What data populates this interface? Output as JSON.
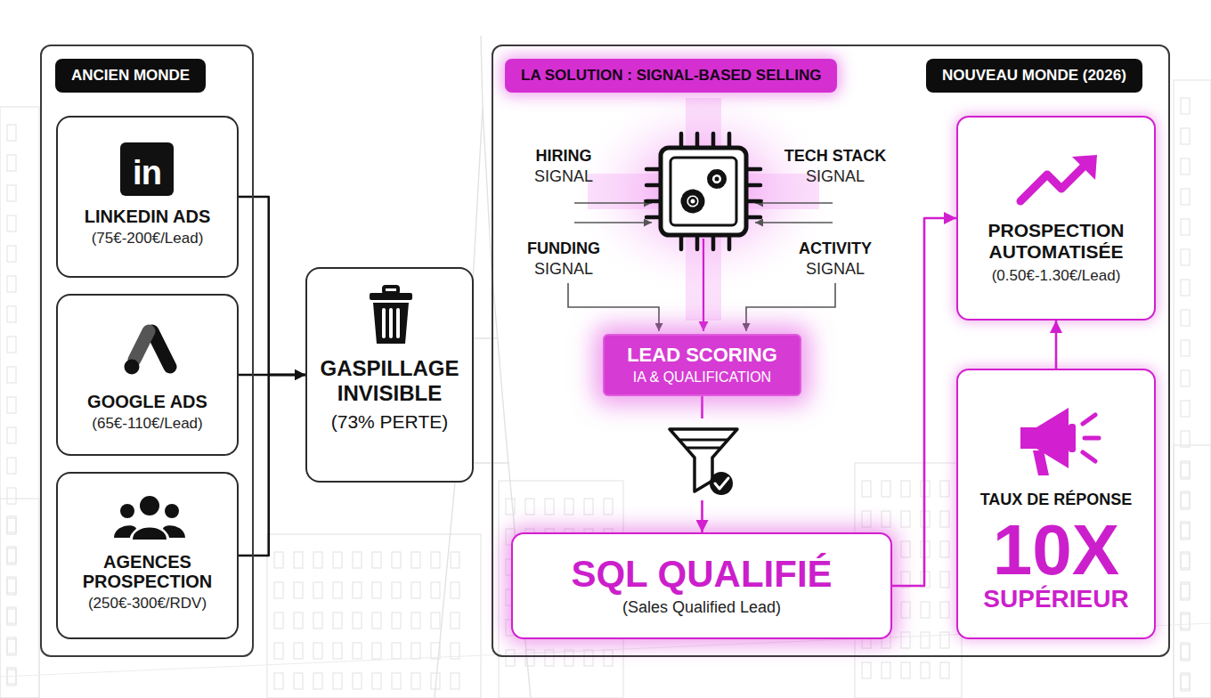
{
  "diagram": {
    "nodes": [
      {
        "text": [
          "ANCIEN MONDE"
        ]
      },
      {
        "text": [
          "LINKEDIN ADS",
          "(75€-200€/Lead)"
        ],
        "in": 0
      },
      {
        "text": [
          "GOOGLE ADS",
          "(65€-110€/Lead)"
        ],
        "in": 0
      },
      {
        "text": [
          "AGENCES PROSPECTION",
          "(250€-300€/RDV)"
        ],
        "in": 0
      },
      {
        "text": [
          "GASPILLAGE INVISIBLE",
          "(73% PERTE)"
        ]
      },
      {
        "text": [
          "LA SOLUTION : SIGNAL-BASED SELLING",
          "NOUVEAU MONDE (2026)"
        ]
      },
      {
        "text": [
          "LEAD SCORING",
          "IA & QUALIFICATION"
        ],
        "in": 5
      },
      {
        "text": [
          "SQL QUALIFIÉ",
          "(Sales Qualified Lead)"
        ],
        "in": 5
      },
      {
        "text": [
          "PROSPECTION AUTOMATISÉE",
          "(0.50€-1.30€/Lead)"
        ],
        "in": 5
      },
      {
        "text": [
          "TAUX DE RÉPONSE",
          "10X",
          "SUPÉRIEUR"
        ],
        "in": 5
      }
    ],
    "edges": [
      {
        "from": 1,
        "to": 4,
        "arrow": "to"
      },
      {
        "from": 2,
        "to": 4,
        "arrow": "to"
      },
      {
        "from": 3,
        "to": 4,
        "arrow": "to"
      },
      {
        "from": 6,
        "to": 7,
        "arrow": "to"
      },
      {
        "from": 7,
        "to": 8,
        "arrow": "to"
      },
      {
        "from": 9,
        "to": 8,
        "arrow": "to"
      }
    ],
    "labels": [
      "in",
      "HIRING",
      "SIGNAL",
      "TECH STACK",
      "SIGNAL",
      "FUNDING",
      "SIGNAL",
      "ACTIVITY",
      "SIGNAL"
    ]
  }
}
